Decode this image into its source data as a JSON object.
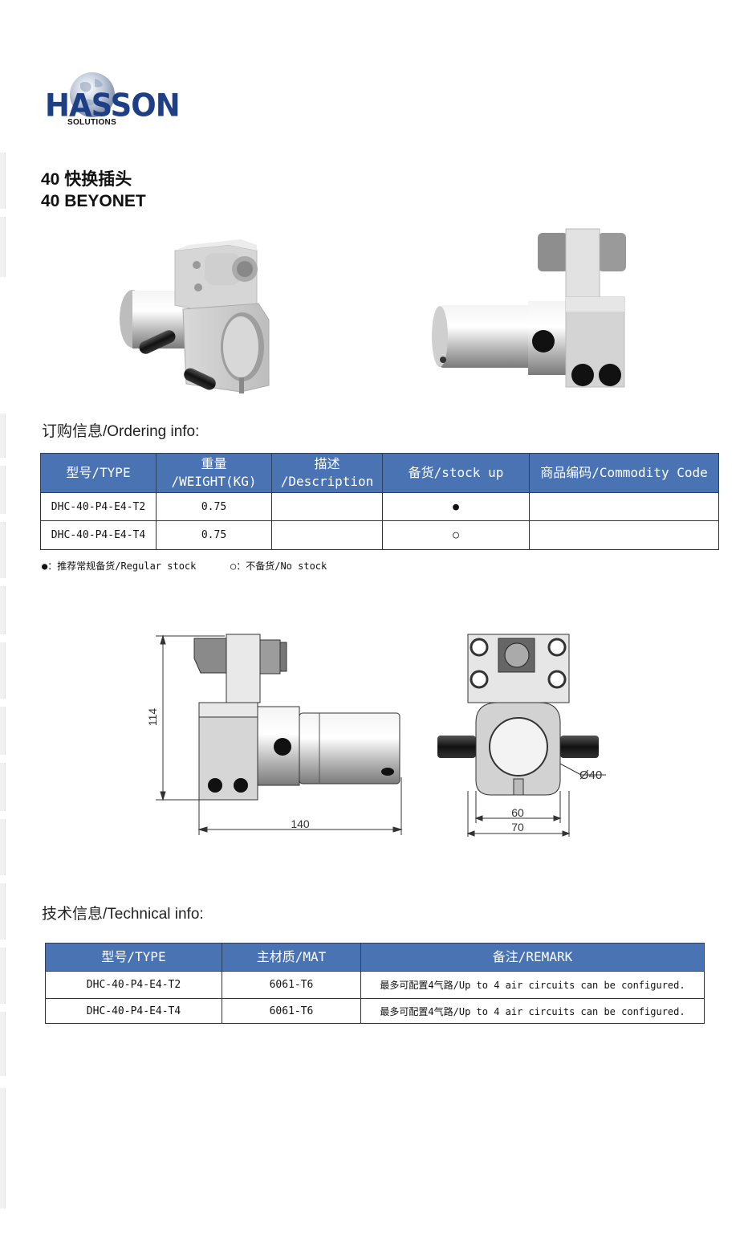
{
  "logo": {
    "name": "HASSON",
    "sub": "SOLUTIONS"
  },
  "title_cn": "40 快换插头",
  "title_en": "40 BEYONET",
  "ordering_heading": "订购信息/Ordering info:",
  "ordering_table": {
    "headers": [
      {
        "line1": "型号/TYPE",
        "line2": ""
      },
      {
        "line1": "重量",
        "line2": "/WEIGHT(KG)"
      },
      {
        "line1": "描述",
        "line2": "/Description"
      },
      {
        "line1": "备货/stock up",
        "line2": ""
      },
      {
        "line1": "商品编码/Commodity Code",
        "line2": ""
      }
    ],
    "rows": [
      {
        "type": "DHC-40-P4-E4-T2",
        "weight": "0.75",
        "desc": "",
        "stock": "●",
        "code": ""
      },
      {
        "type": "DHC-40-P4-E4-T4",
        "weight": "0.75",
        "desc": "",
        "stock": "○",
        "code": ""
      }
    ]
  },
  "legend": {
    "regular": "●：推荐常规备货/Regular stock",
    "none": "○：不备货/No stock"
  },
  "dimensions": {
    "height": "114",
    "length": "140",
    "diameter": "Ø40",
    "width_inner": "60",
    "width_outer": "70"
  },
  "technical_heading": "技术信息/Technical info:",
  "technical_table": {
    "headers": [
      "型号/TYPE",
      "主材质/MAT",
      "备注/REMARK"
    ],
    "rows": [
      {
        "type": "DHC-40-P4-E4-T2",
        "mat": "6061-T6",
        "remark": "最多可配置4气路/Up to 4 air circuits can be configured."
      },
      {
        "type": "DHC-40-P4-E4-T4",
        "mat": "6061-T6",
        "remark": "最多可配置4气路/Up to 4 air circuits can be configured."
      }
    ]
  },
  "colors": {
    "header_blue": "#4a73b3",
    "logo_blue": "#1d3f86"
  }
}
